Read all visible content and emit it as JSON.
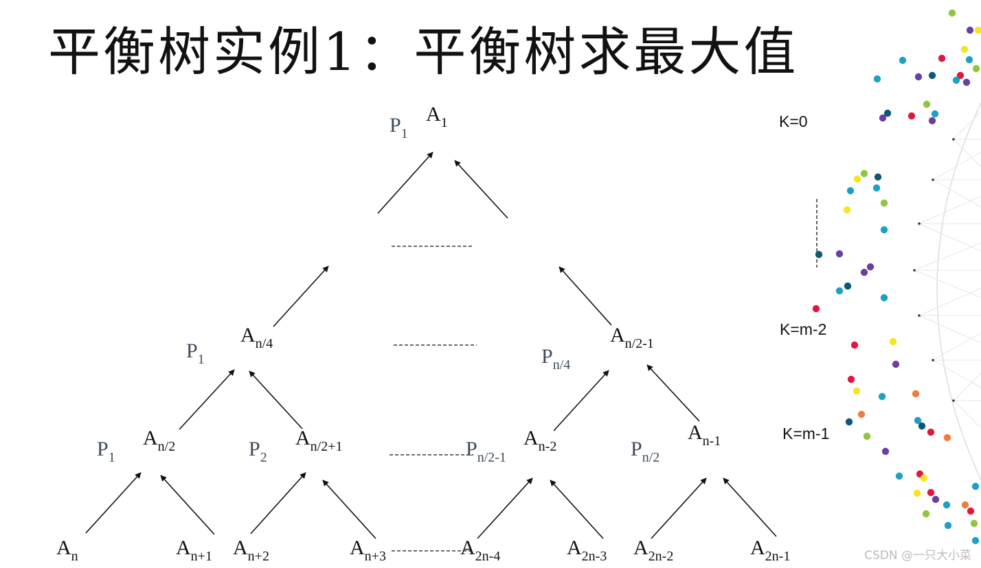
{
  "title": "平衡树实例1：平衡树求最大值",
  "nodes": {
    "a1": {
      "base": "A",
      "sub": "1"
    },
    "an4": {
      "base": "A",
      "sub": "n/4"
    },
    "an2m1": {
      "base": "A",
      "sub": "n/2-1"
    },
    "an2": {
      "base": "A",
      "sub": "n/2"
    },
    "an2p1": {
      "base": "A",
      "sub": "n/2+1"
    },
    "anm2": {
      "base": "A",
      "sub": "n-2"
    },
    "anm1": {
      "base": "A",
      "sub": "n-1"
    },
    "an": {
      "base": "A",
      "sub": "n"
    },
    "anp1": {
      "base": "A",
      "sub": "n+1"
    },
    "anp2": {
      "base": "A",
      "sub": "n+2"
    },
    "anp3": {
      "base": "A",
      "sub": "n+3"
    },
    "a2nm4": {
      "base": "A",
      "sub": "2n-4"
    },
    "a2nm3": {
      "base": "A",
      "sub": "2n-3"
    },
    "a2nm2": {
      "base": "A",
      "sub": "2n-2"
    },
    "a2nm1": {
      "base": "A",
      "sub": "2n-1"
    }
  },
  "processors": {
    "p1_top": {
      "base": "P",
      "sub": "1"
    },
    "p1_mid": {
      "base": "P",
      "sub": "1"
    },
    "pn4": {
      "base": "P",
      "sub": "n/4"
    },
    "p1_low": {
      "base": "P",
      "sub": "1"
    },
    "p2": {
      "base": "P",
      "sub": "2"
    },
    "pn2m1": {
      "base": "P",
      "sub": "n/2-1"
    },
    "pn2": {
      "base": "P",
      "sub": "n/2"
    }
  },
  "levels": {
    "k0": "K=0",
    "km2": "K=m-2",
    "km1": "K=m-1"
  },
  "watermark": "CSDN @一只大小菜",
  "colors": {
    "arrow": "#111111",
    "dot_palette": [
      "#1da0c3",
      "#e2173d",
      "#8dc63f",
      "#f5e61e",
      "#6b3fa0",
      "#0a5a73",
      "#f07b3f"
    ]
  }
}
